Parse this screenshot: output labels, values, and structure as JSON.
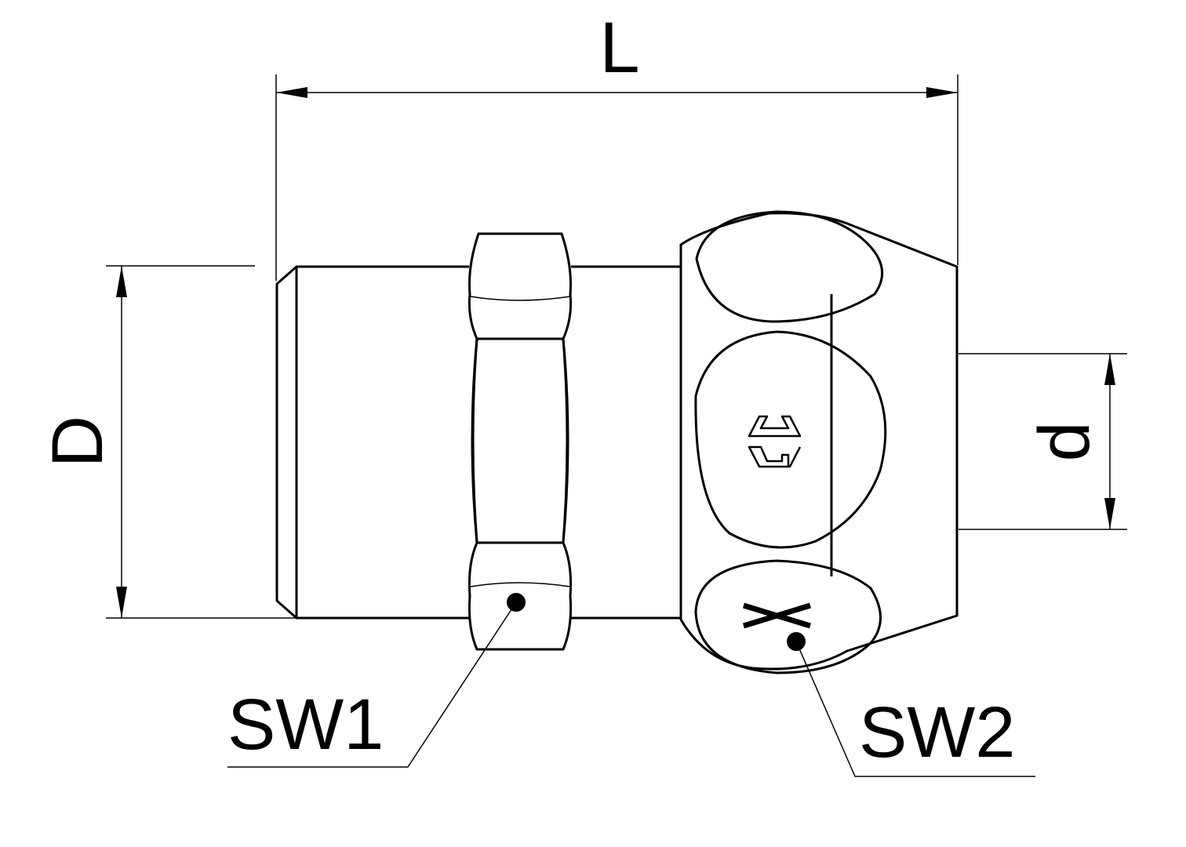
{
  "dimensions": {
    "length_label": "L",
    "outer_diameter_label": "D",
    "inner_diameter_label": "d"
  },
  "callouts": {
    "wrench_size_1": "SW1",
    "wrench_size_2": "SW2"
  },
  "colors": {
    "line": "#000000",
    "background": "#ffffff"
  }
}
